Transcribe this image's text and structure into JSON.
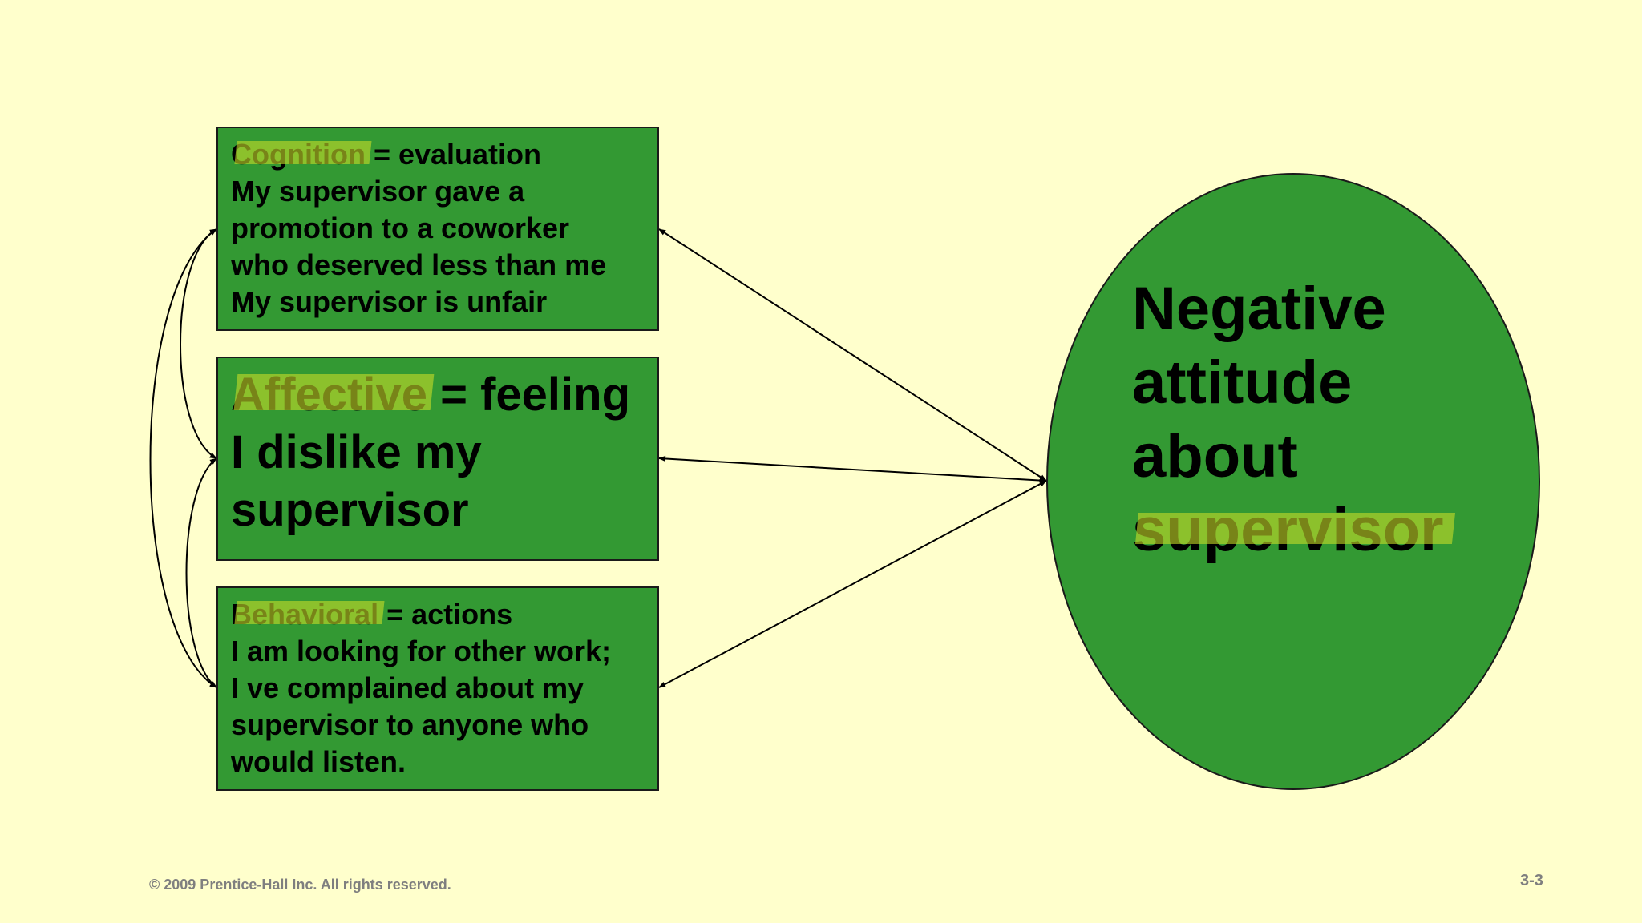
{
  "cognition": {
    "heading_term": "Cognition",
    "heading_rest": " = evaluation",
    "lines": [
      "My supervisor gave a",
      "promotion to a coworker",
      "who deserved less than me",
      "My supervisor is unfair"
    ]
  },
  "affective": {
    "heading_term": "Affective",
    "heading_rest": " = feeling",
    "lines": [
      "I dislike my",
      "supervisor"
    ]
  },
  "behavioral": {
    "heading_term": "Behavioral",
    "heading_rest": " = actions",
    "lines": [
      "I am looking for other work;",
      "I ve complained about my",
      "supervisor to anyone who",
      "would listen."
    ]
  },
  "attitude": {
    "lines": [
      "Negative",
      "attitude",
      "about"
    ],
    "highlighted": "supervisor"
  },
  "footer": {
    "copyright": "© 2009 Prentice-Hall Inc.  All rights reserved.",
    "slide_number": "3-3"
  },
  "colors": {
    "background": "#FFFFCC",
    "box_fill": "#339933",
    "highlight": "#C8DC28",
    "footer_text": "#7F7F7F"
  }
}
